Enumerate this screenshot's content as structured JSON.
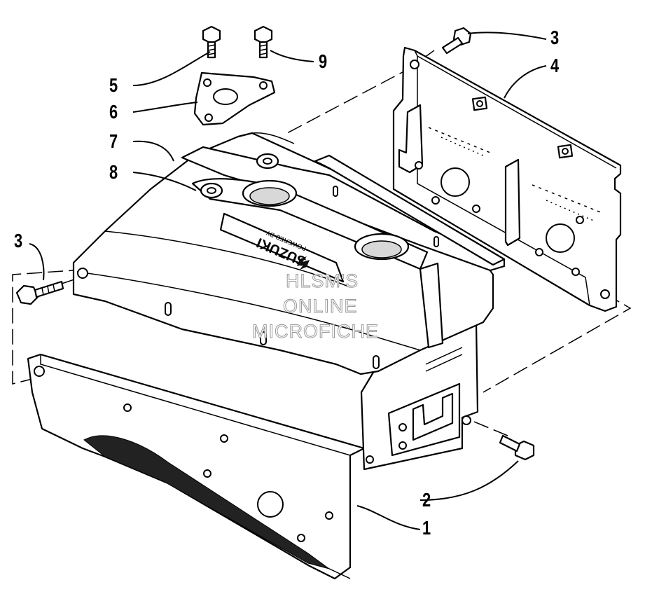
{
  "diagram": {
    "callouts": [
      {
        "id": "c1",
        "label": "1"
      },
      {
        "id": "c2",
        "label": "2"
      },
      {
        "id": "c3a",
        "label": "3"
      },
      {
        "id": "c3b",
        "label": "3"
      },
      {
        "id": "c4",
        "label": "4"
      },
      {
        "id": "c5",
        "label": "5"
      },
      {
        "id": "c6",
        "label": "6"
      },
      {
        "id": "c7",
        "label": "7"
      },
      {
        "id": "c8",
        "label": "8"
      },
      {
        "id": "c9",
        "label": "9"
      }
    ],
    "logo": {
      "brand": "SUZUKI",
      "tagline": "POWERED BY"
    },
    "watermark": {
      "line1": "HLSM'S",
      "line2": "ONLINE",
      "line3": "MICROFICHE"
    }
  }
}
